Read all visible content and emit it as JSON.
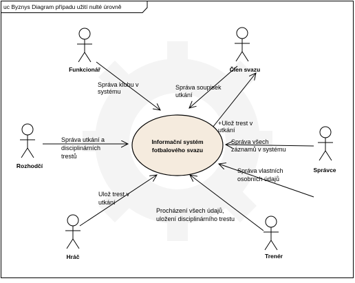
{
  "diagram": {
    "frame_title": "uc Byznys Diagram případu užití nulté úrovně",
    "use_case": {
      "line1": "Informační systém",
      "line2": "fotbalového svazu",
      "fill": "#f5ebde"
    },
    "actors": {
      "funkcionar": "Funkcionář",
      "clen_svazu": "Člen svazu",
      "rozhodci": "Rozhodčí",
      "spravce": "Správce",
      "hrac": "Hráč",
      "trener": "Trenér"
    },
    "associations": {
      "funkcionar": [
        "Správa klubu v",
        "systému"
      ],
      "clen_svazu": [
        "Správa soupisek",
        "utkání"
      ],
      "uloz_trest_clen": [
        "+Ulož trest v",
        "utkání"
      ],
      "rozhodci": [
        "Správa utkání a",
        "disciplinárních",
        "trestů"
      ],
      "spravce_zaznamu": [
        "Správa všech",
        "záznamů v systému"
      ],
      "spravce_osobnich": [
        "Správa vlastních",
        "osobních údajů"
      ],
      "hrac": [
        "Ulož trest v",
        "utkání"
      ],
      "trener": [
        "Procházení všech údajů,",
        "uložení disciplinárního trestu"
      ]
    },
    "colors": {
      "line": "#000000",
      "watermark": "#f2f2f2"
    }
  }
}
